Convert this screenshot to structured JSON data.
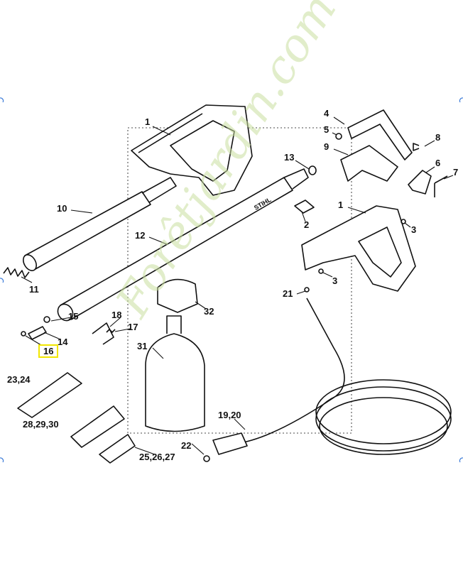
{
  "diagram": {
    "callouts": [
      {
        "id": "c1a",
        "text": "1"
      },
      {
        "id": "c4",
        "text": "4"
      },
      {
        "id": "c5",
        "text": "5"
      },
      {
        "id": "c8",
        "text": "8"
      },
      {
        "id": "c9",
        "text": "9"
      },
      {
        "id": "c13",
        "text": "13"
      },
      {
        "id": "c6",
        "text": "6"
      },
      {
        "id": "c7",
        "text": "7"
      },
      {
        "id": "c10",
        "text": "10"
      },
      {
        "id": "c1b",
        "text": "1"
      },
      {
        "id": "c2",
        "text": "2"
      },
      {
        "id": "c3a",
        "text": "3"
      },
      {
        "id": "c12",
        "text": "12"
      },
      {
        "id": "c3b",
        "text": "3"
      },
      {
        "id": "c21",
        "text": "21"
      },
      {
        "id": "c11",
        "text": "11"
      },
      {
        "id": "c32",
        "text": "32"
      },
      {
        "id": "c18",
        "text": "18"
      },
      {
        "id": "c15",
        "text": "15"
      },
      {
        "id": "c17",
        "text": "17"
      },
      {
        "id": "c14",
        "text": "14"
      },
      {
        "id": "c16",
        "text": "16",
        "highlighted": true
      },
      {
        "id": "c31",
        "text": "31"
      },
      {
        "id": "c2324",
        "text": "23,24"
      },
      {
        "id": "c282930",
        "text": "28,29,30"
      },
      {
        "id": "c1920",
        "text": "19,20"
      },
      {
        "id": "c22",
        "text": "22"
      },
      {
        "id": "c252627",
        "text": "25,26,27"
      }
    ],
    "highlight_color": "#f2e600",
    "watermark": "Forêtjardin.com",
    "gun_logo": "STIHL"
  }
}
